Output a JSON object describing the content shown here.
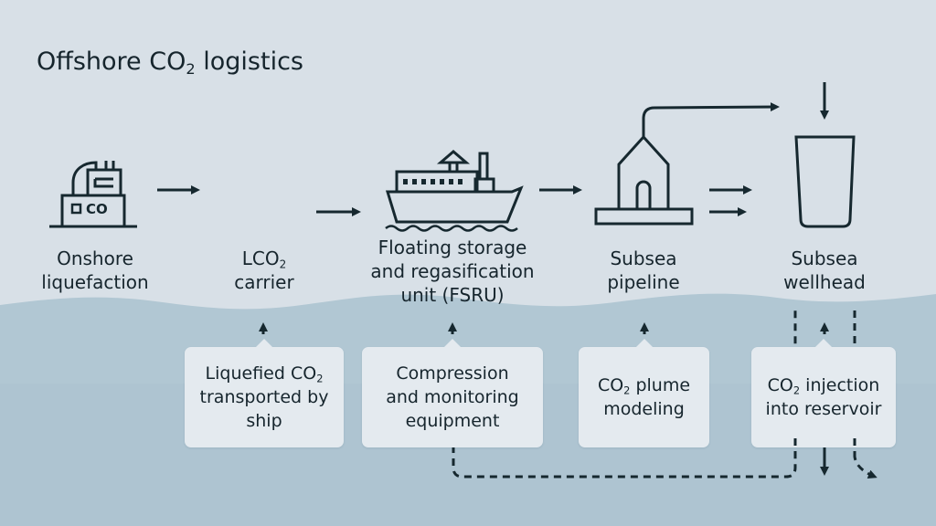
{
  "diagram": {
    "title_main": "Offshore CO",
    "title_sub": "2",
    "title_rest": " logistics",
    "colors": {
      "sky": "#d8e0e7",
      "sea": "#b1c7d3",
      "stroke": "#16282f",
      "box": "#e4eaef"
    },
    "stages": [
      {
        "id": "onshore",
        "icon": "liquefaction-plant-icon",
        "line1": "Onshore",
        "line2": "liquefaction"
      },
      {
        "id": "carrier",
        "icon": "none",
        "line1_pre": "LCO",
        "line1_sub": "2",
        "line2": "carrier"
      },
      {
        "id": "fsru",
        "icon": "ship-icon",
        "line1": "Floating storage",
        "line2": "and regasification",
        "line3": "unit (FSRU)",
        "icon_text": ""
      },
      {
        "id": "pipeline",
        "icon": "subsea-pipeline-structure-icon",
        "line1": "Subsea",
        "line2": "pipeline"
      },
      {
        "id": "wellhead",
        "icon": "wellhead-container-icon",
        "line1": "Subsea",
        "line2": "wellhead"
      }
    ],
    "plant_icon_text": "CO",
    "notes": [
      {
        "id": "liquefied",
        "line1_pre": "Liquefied CO",
        "line1_sub": "2",
        "line2": "transported by",
        "line3": "ship"
      },
      {
        "id": "compression",
        "line1": "Compression",
        "line2": "and monitoring",
        "line3": "equipment"
      },
      {
        "id": "plume",
        "line1_pre": "CO",
        "line1_sub": "2",
        "line1_post": " plume",
        "line2": "modeling"
      },
      {
        "id": "injection",
        "line1_pre": "CO",
        "line1_sub": "2",
        "line1_post": " injection",
        "line2": "into reservoir"
      }
    ]
  }
}
